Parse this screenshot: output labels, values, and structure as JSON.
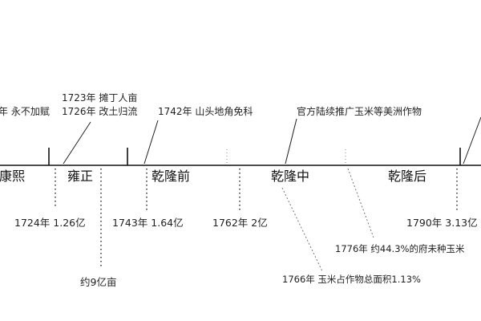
{
  "top_notes": {
    "kangxi_note": "年 永不加赋",
    "yongzheng_note_1": "1723年 摊丁人亩",
    "yongzheng_note_2": "1726年 改土归流",
    "qianlong_early_note": "1742年 山头地角免科",
    "qianlong_mid_note": "官方陆续推广玉米等美洲作物"
  },
  "eras": {
    "kangxi": "康熙",
    "yongzheng": "雍正",
    "qianlong_early": "乾隆前",
    "qianlong_mid": "乾隆中",
    "qianlong_late": "乾隆后"
  },
  "bottom_notes": {
    "pop_1724": "1724年 1.26亿",
    "land_1724": "约9亿亩",
    "pop_1743": "1743年 1.64亿",
    "pop_1762": "1762年 2亿",
    "pop_1790": "1790年 3.13亿",
    "corn_1776": "1776年 约44.3%的府未种玉米",
    "corn_1766": "1766年 玉米占作物总面积1.13%"
  }
}
